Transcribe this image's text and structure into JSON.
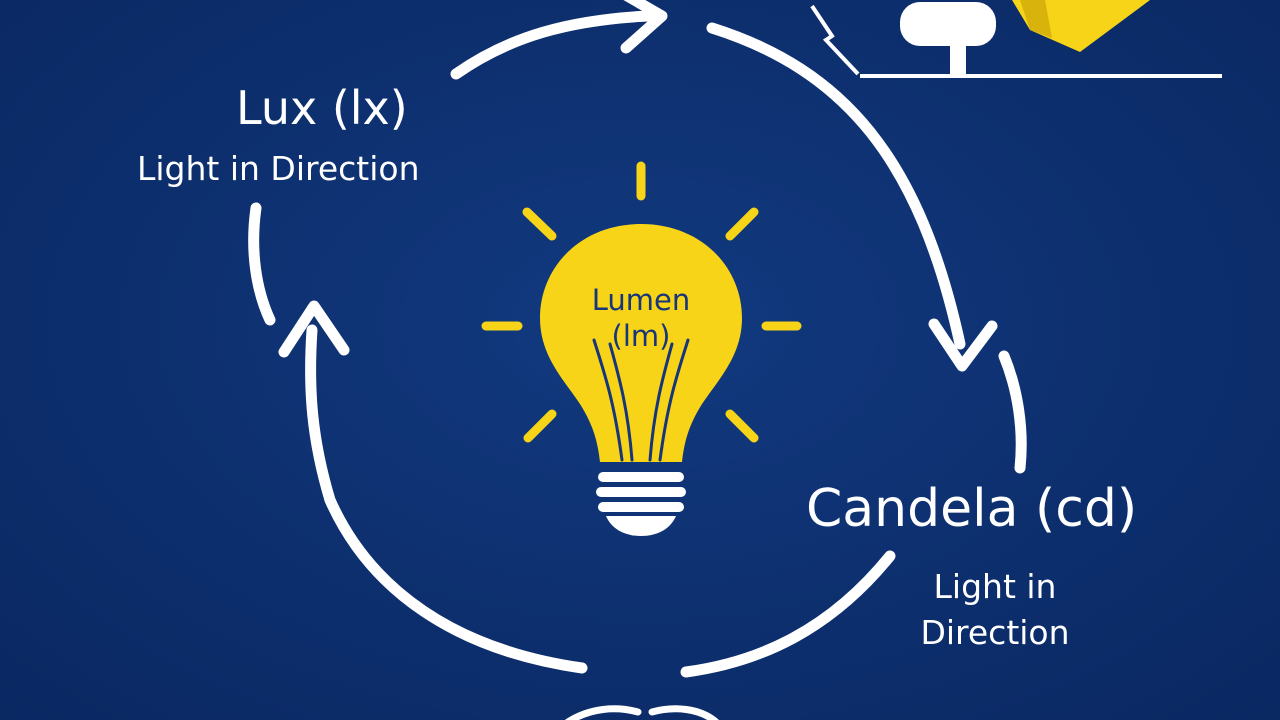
{
  "colors": {
    "background": "#0d2f6e",
    "arrow": "#ffffff",
    "bulb": "#f7d417",
    "bulb_text": "#17357a",
    "bulb_base": "#ffffff"
  },
  "icons": [
    "lightbulb-icon",
    "spotlight-icon",
    "cycle-arrows"
  ],
  "nodes": {
    "lux": {
      "title": "Lux (lx)",
      "description": "Light in Direction"
    },
    "lumen": {
      "line1": "Lumen",
      "line2": "(lm)"
    },
    "candela": {
      "title": "Candela (cd)",
      "description_line1": "Light in",
      "description_line2": "Direction"
    }
  }
}
